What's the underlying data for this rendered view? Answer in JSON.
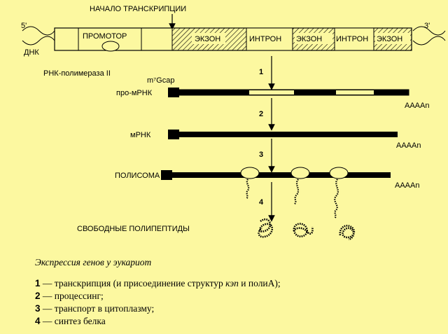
{
  "top": {
    "transcription_start": "НАЧАЛО ТРАНСКРИПЦИИ",
    "five_prime": "5'",
    "three_prime": "3'",
    "dna_label": "ДНК",
    "promoter": "ПРОМОТОР",
    "segments": [
      "ЭКЗОН",
      "ИНТРОН",
      "ЭКЗОН",
      "ИНТРОН",
      "ЭКЗОН"
    ]
  },
  "labels": {
    "polymerase": "РНК-полимераза II",
    "cap": "m⁷Gcap",
    "pro_mrna": "про-мРНК",
    "mrna": "мРНК",
    "polysome": "ПОЛИСОМА",
    "free_polypeptides": "СВОБОДНЫЕ ПОЛИПЕПТИДЫ",
    "polya": "AAAAn"
  },
  "steps": [
    "1",
    "2",
    "3",
    "4"
  ],
  "legend": {
    "caption": "Экспрессия генов у эукариот",
    "items": [
      {
        "num": "1",
        "text": " — транскрипция (и присоединение структур ",
        "em": "кэп",
        "mid": " и поли",
        "tail": "А);"
      },
      {
        "num": "2",
        "text": " — процессинг;"
      },
      {
        "num": "3",
        "text": " — транспорт в цитоплазму;"
      },
      {
        "num": "4",
        "text": " — синтез белка"
      }
    ]
  }
}
